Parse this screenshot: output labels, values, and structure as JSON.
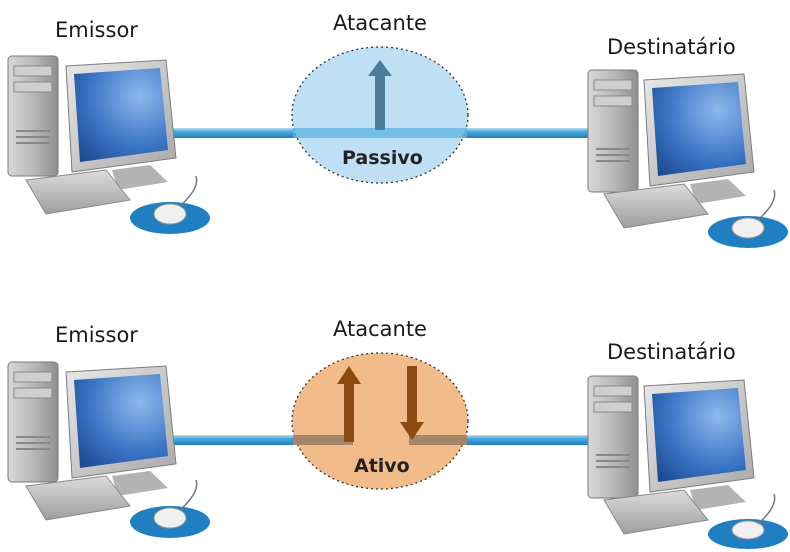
{
  "diagrams": [
    {
      "sender_label": "Emissor",
      "attacker_label": "Atacante",
      "receiver_label": "Destinatário",
      "attack_type": "Passivo",
      "attacker_fill": "#bfe0f4",
      "attack_arrows": [
        "up"
      ]
    },
    {
      "sender_label": "Emissor",
      "attacker_label": "Atacante",
      "receiver_label": "Destinatário",
      "attack_type": "Ativo",
      "attacker_fill": "#f2bc8a",
      "attack_arrows": [
        "up",
        "down"
      ]
    }
  ],
  "colors": {
    "cable": "#4aa9d9",
    "passive_arrow": "#4a7d98",
    "active_arrow": "#8a4a12",
    "monitor_screen": "#3a74c4",
    "mousepad": "#1f7fc0"
  }
}
